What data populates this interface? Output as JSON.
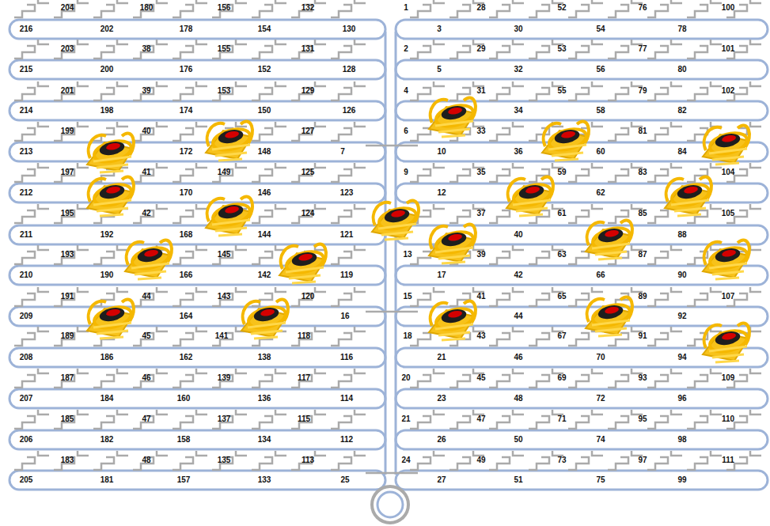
{
  "diagram": {
    "labels": [
      "204",
      "180",
      "156",
      "132",
      "1",
      "28",
      "52",
      "76",
      "100",
      "216",
      "202",
      "178",
      "154",
      "130",
      "3",
      "30",
      "54",
      "78",
      "203",
      "38",
      "155",
      "131",
      "2",
      "29",
      "53",
      "77",
      "101",
      "215",
      "200",
      "176",
      "152",
      "128",
      "5",
      "32",
      "56",
      "80",
      "201",
      "39",
      "153",
      "129",
      "4",
      "31",
      "55",
      "79",
      "102",
      "214",
      "198",
      "174",
      "150",
      "126",
      "34",
      "58",
      "82",
      "199",
      "40",
      "127",
      "6",
      "33",
      "81",
      "213",
      "172",
      "148",
      "7",
      "10",
      "36",
      "60",
      "84",
      "197",
      "41",
      "149",
      "125",
      "9",
      "35",
      "59",
      "83",
      "104",
      "212",
      "170",
      "146",
      "123",
      "12",
      "62",
      "195",
      "42",
      "124",
      "37",
      "61",
      "85",
      "105",
      "211",
      "192",
      "168",
      "144",
      "121",
      "40",
      "88",
      "193",
      "145",
      "13",
      "39",
      "63",
      "87",
      "210",
      "190",
      "166",
      "142",
      "119",
      "17",
      "42",
      "66",
      "90",
      "191",
      "44",
      "143",
      "120",
      "15",
      "41",
      "65",
      "89",
      "107",
      "209",
      "164",
      "16",
      "44",
      "92",
      "189",
      "45",
      "141",
      "118",
      "18",
      "43",
      "67",
      "91",
      "208",
      "186",
      "162",
      "138",
      "116",
      "21",
      "46",
      "70",
      "94",
      "187",
      "46",
      "139",
      "117",
      "20",
      "45",
      "69",
      "93",
      "109",
      "207",
      "184",
      "160",
      "136",
      "114",
      "23",
      "48",
      "72",
      "96",
      "185",
      "47",
      "137",
      "115",
      "21",
      "47",
      "71",
      "95",
      "110",
      "206",
      "182",
      "158",
      "134",
      "112",
      "26",
      "50",
      "74",
      "98",
      "183",
      "48",
      "135",
      "113",
      "24",
      "49",
      "73",
      "97",
      "111",
      "205",
      "181",
      "157",
      "133",
      "25",
      "27",
      "51",
      "75",
      "99"
    ]
  }
}
